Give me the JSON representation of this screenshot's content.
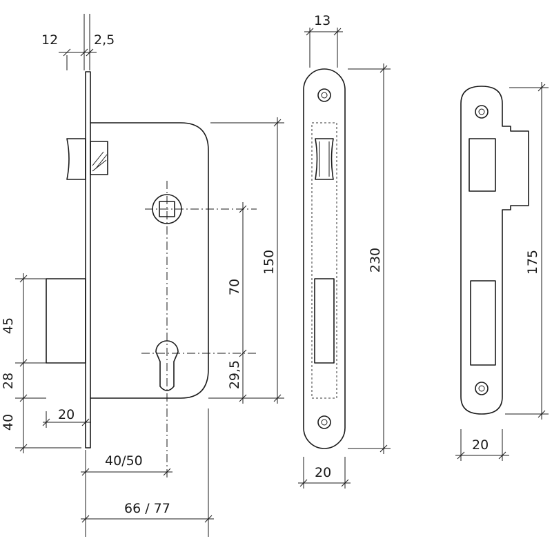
{
  "dimensions": {
    "plate_thickness": "12",
    "faceplate_thickness": "2,5",
    "backset_top": "13",
    "case_height": "150",
    "spindle_to_cylinder": "70",
    "cylinder_to_bottom": "29,5",
    "faceplate_length": "230",
    "strike_length": "175",
    "deadbolt_height": "45",
    "gap_height": "28",
    "bottom_offset": "40",
    "bolt_throw": "20",
    "backset": "40/50",
    "case_depth": "66 / 77",
    "faceplate_width": "20",
    "strike_width": "20"
  },
  "colors": {
    "line": "#1a1a1a",
    "background": "#ffffff"
  }
}
